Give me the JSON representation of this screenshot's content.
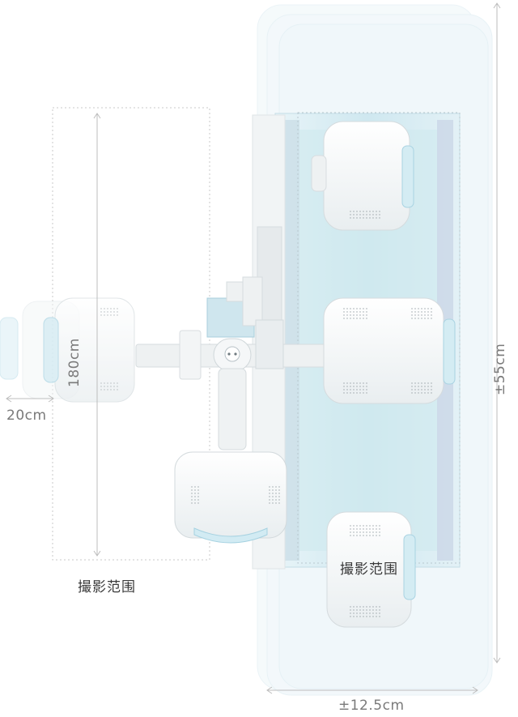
{
  "diagram": {
    "labels": {
      "left_range": "撮影范围",
      "table_range": "撮影范围",
      "height_dim": "180cm",
      "left_offset": "20cm",
      "lateral_dim": "±55cm",
      "longitudinal_dim": "±12.5cm"
    },
    "colors": {
      "table_tint": "#d6ebf2",
      "table_tint_strong": "#bfe3ee",
      "detector_white": "#f4f6f7",
      "device_gray": "#e7eaec",
      "accent_blue": "#9fd3e3",
      "dim_line": "#bdbdbd",
      "text": "#6b6b6b"
    },
    "icons": [
      "detector-icon",
      "arm-joint-icon",
      "c-arm-base-icon"
    ]
  }
}
